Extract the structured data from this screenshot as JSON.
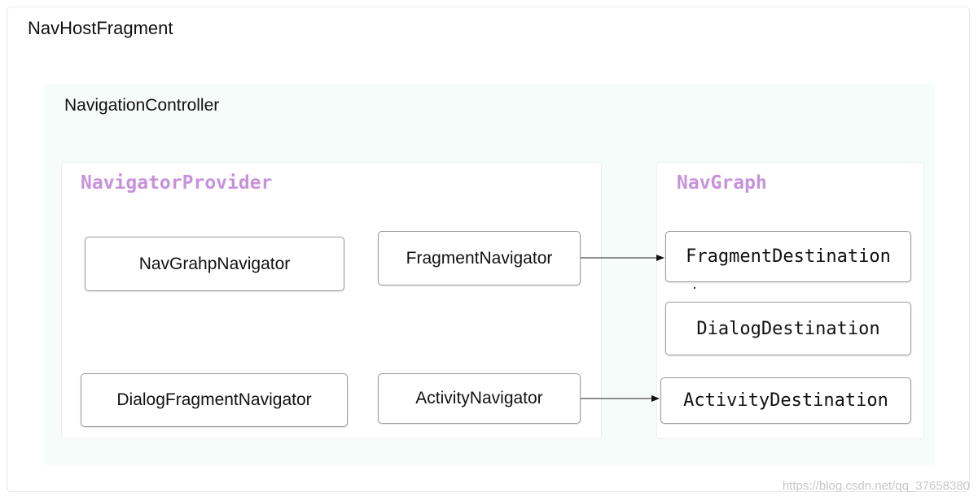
{
  "host": {
    "title": "NavHostFragment"
  },
  "controller": {
    "title": "NavigationController"
  },
  "provider": {
    "title": "NavigatorProvider",
    "navigators": [
      {
        "label": "NavGrahpNavigator"
      },
      {
        "label": "FragmentNavigator"
      },
      {
        "label": "DialogFragmentNavigator"
      },
      {
        "label": "ActivityNavigator"
      }
    ]
  },
  "graph": {
    "title": "NavGraph",
    "destinations": [
      {
        "label": "FragmentDestination"
      },
      {
        "label": "DialogDestination"
      },
      {
        "label": "ActivityDestination"
      }
    ]
  },
  "edges": [
    {
      "from": "FragmentNavigator",
      "to": "FragmentDestination"
    },
    {
      "from": "ActivityNavigator",
      "to": "ActivityDestination"
    }
  ],
  "colors": {
    "accent_title": "#c792dc",
    "controller_bg": "#f5fcf9",
    "node_border": "#9a9a9a"
  },
  "watermark": "https://blog.csdn.net/qq_37658380"
}
